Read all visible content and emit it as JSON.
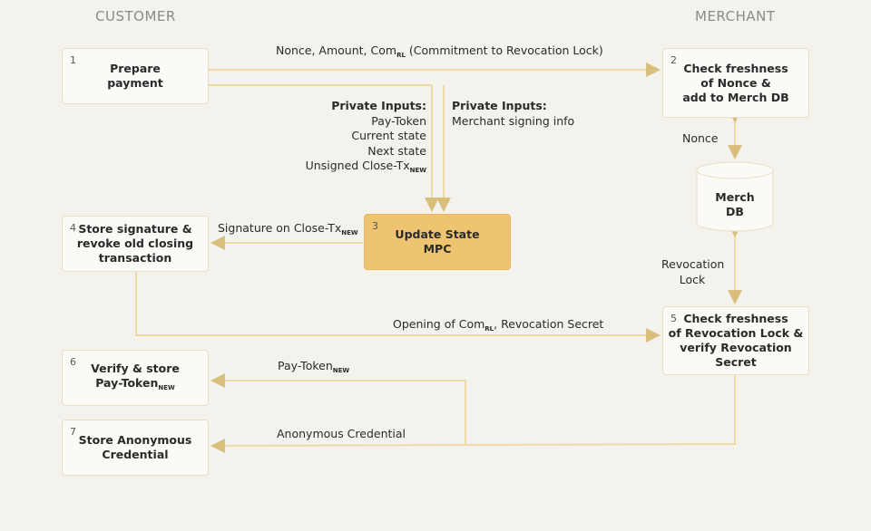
{
  "headers": {
    "customer": "CUSTOMER",
    "merchant": "MERCHANT"
  },
  "steps": [
    {
      "num": "1",
      "line1": "Prepare",
      "line2": "payment"
    },
    {
      "num": "2",
      "line1": "Check freshness",
      "line2": "of Nonce &",
      "line3": "add to Merch DB"
    },
    {
      "num": "3",
      "line1": "Update State",
      "line2": "MPC"
    },
    {
      "num": "4",
      "line1": "Store signature &",
      "line2": "revoke old closing",
      "line3": "transaction"
    },
    {
      "num": "5",
      "line1": "Check freshness",
      "line2": "of Revocation Lock &",
      "line3": "verify Revocation Secret"
    },
    {
      "num": "6",
      "line1": "Verify & store",
      "line2": "Pay-Token",
      "line2_sub": "NEW"
    },
    {
      "num": "7",
      "line1": "Store Anonymous",
      "line2": "Credential"
    }
  ],
  "db": {
    "line1": "Merch",
    "line2": "DB"
  },
  "labels": {
    "top_a": "Nonce, Amount, Com",
    "top_sub": "RL",
    "top_b": " (Commitment to Revocation Lock)",
    "cust_title": "Private Inputs:",
    "cust_1": "Pay-Token",
    "cust_2": "Current state",
    "cust_3": "Next state",
    "cust_4": "Unsigned Close-Tx",
    "cust_4_sub": "NEW",
    "merch_title": "Private Inputs:",
    "merch_1": "Merchant signing info",
    "sig": "Signature on Close-Tx",
    "sig_sub": "NEW",
    "nonce": "Nonce",
    "rev_1": "Revocation",
    "rev_2": "Lock",
    "open_a": "Opening of Com",
    "open_sub": "RL",
    "open_b": ", Revocation Secret",
    "paytoken": "Pay-Token",
    "paytoken_sub": "NEW",
    "anon": "Anonymous Credential"
  },
  "colors": {
    "line": "#eddba6",
    "accent": "#efc470",
    "arrow": "#d8c07c"
  }
}
